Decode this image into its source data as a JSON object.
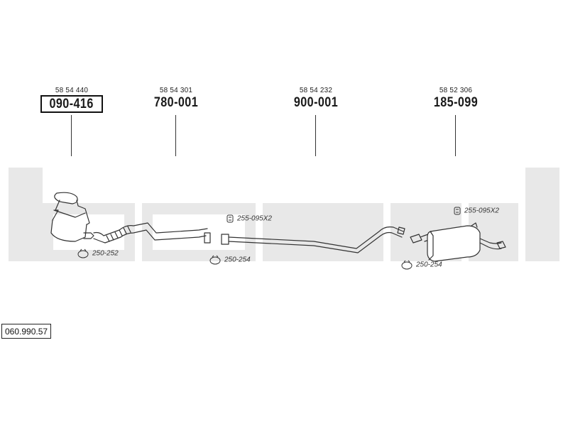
{
  "watermark": {
    "text": "bosal",
    "color": "#e6e6e6"
  },
  "parts": [
    {
      "oe_number": "58 54 440",
      "part_number": "090-416",
      "boxed": true
    },
    {
      "oe_number": "58 54 301",
      "part_number": "780-001",
      "boxed": false
    },
    {
      "oe_number": "58 54 232",
      "part_number": "900-001",
      "boxed": false
    },
    {
      "oe_number": "58 52 306",
      "part_number": "185-099",
      "boxed": false
    }
  ],
  "fittings": [
    {
      "code": "255-095X2",
      "icon": "bracket-icon"
    },
    {
      "code": "255-095X2",
      "icon": "bracket-icon"
    },
    {
      "code": "250-252",
      "icon": "clamp-icon"
    },
    {
      "code": "250-254",
      "icon": "clamp-icon"
    },
    {
      "code": "250-254",
      "icon": "clamp-icon"
    }
  ],
  "reference": "060.990.57"
}
